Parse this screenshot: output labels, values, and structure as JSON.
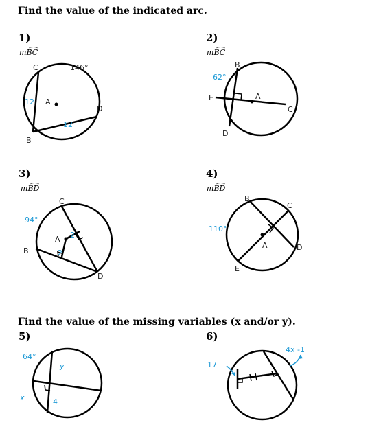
{
  "heading1": "Find the value of the indicated arc.",
  "heading2": "Find the value of the missing variables (x and/or y).",
  "problems": [
    {
      "num": "1)",
      "arc_letter": "m",
      "arc_name": "BC",
      "labels": {
        "C": "C",
        "B": "B",
        "D": "D",
        "A": "A"
      },
      "values": {
        "top": "146°",
        "left": "12",
        "chord": "12"
      }
    },
    {
      "num": "2)",
      "arc_letter": "m",
      "arc_name": "BC",
      "labels": {
        "B": "B",
        "E": "E",
        "A": "A",
        "C": "C",
        "D": "D"
      },
      "values": {
        "angle": "62°"
      }
    },
    {
      "num": "3)",
      "arc_letter": "m",
      "arc_name": "BD",
      "labels": {
        "C": "C",
        "B": "B",
        "A": "A",
        "D": "D"
      },
      "values": {
        "arc": "94°",
        "seg1": "2",
        "seg2": "2"
      }
    },
    {
      "num": "4)",
      "arc_letter": "m",
      "arc_name": "BD",
      "labels": {
        "B": "B",
        "C": "C",
        "A": "A",
        "D": "D",
        "E": "E"
      },
      "values": {
        "arc": "110°"
      }
    },
    {
      "num": "5)",
      "values": {
        "arc": "64°",
        "y": "y",
        "x": "x",
        "four": "4"
      }
    },
    {
      "num": "6)",
      "values": {
        "left": "17",
        "right": "4x -1"
      }
    }
  ]
}
